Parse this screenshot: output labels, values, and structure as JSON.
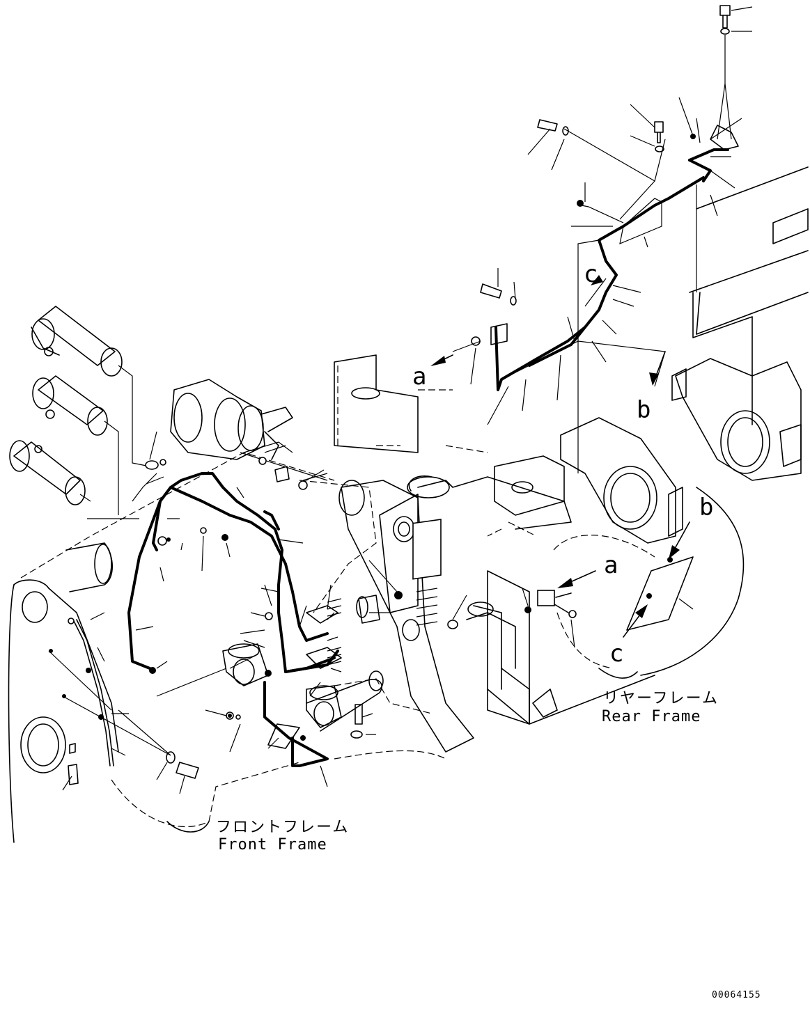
{
  "diagram": {
    "ref_letters": {
      "a_upper": "a",
      "b_upper": "b",
      "c_upper": "c",
      "a_lower": "a",
      "b_lower": "b",
      "c_lower": "c"
    },
    "front_frame": {
      "jp": "フロントフレーム",
      "en": "Front Frame"
    },
    "rear_frame": {
      "jp": "リヤーフレーム",
      "en": "Rear Frame"
    },
    "drawing_number": "00064155"
  }
}
